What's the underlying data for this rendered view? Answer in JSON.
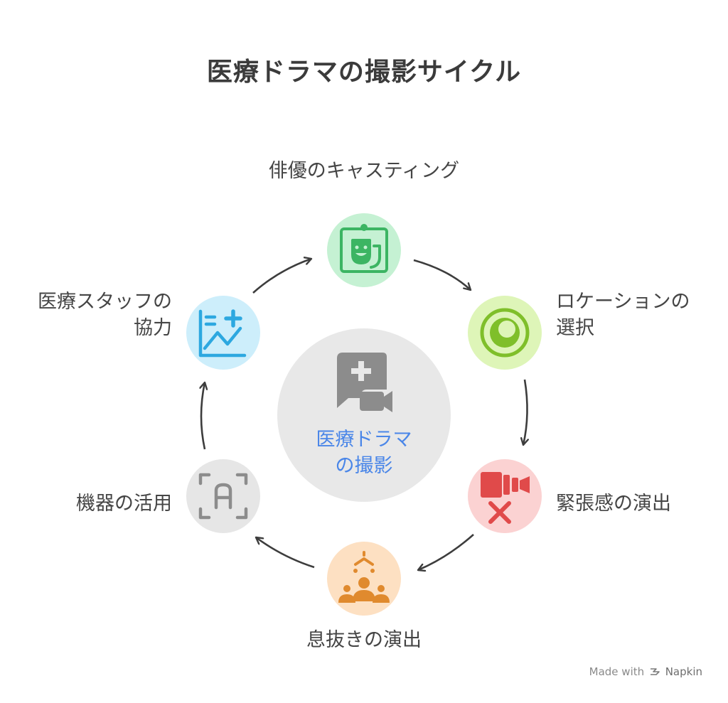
{
  "title": "医療ドラマの撮影サイクル",
  "hub": {
    "line1": "医療ドラマ",
    "line2": "の撮影",
    "icon": "medical-video-chat-icon",
    "background": "#e8e8e8",
    "icon_color": "#8c8c8c",
    "text_color": "#4a86e8"
  },
  "steps": [
    {
      "id": "casting",
      "lines": [
        "俳優のキャスティング"
      ],
      "icon": "theater-masks-icon",
      "fill": "#c5f1d3",
      "color": "#3cb563"
    },
    {
      "id": "location",
      "lines": [
        "ロケーションの",
        "選択"
      ],
      "icon": "eye-target-icon",
      "fill": "#def5b8",
      "color": "#7fbf2a"
    },
    {
      "id": "tension",
      "lines": [
        "緊張感の演出"
      ],
      "icon": "camera-off-icon",
      "fill": "#fbd2d2",
      "color": "#e04a4a"
    },
    {
      "id": "relief",
      "lines": [
        "息抜きの演出"
      ],
      "icon": "people-gathering-icon",
      "fill": "#fde0c2",
      "color": "#e08a2e"
    },
    {
      "id": "equipment",
      "lines": [
        "機器の活用"
      ],
      "icon": "text-scan-icon",
      "fill": "#e6e6e6",
      "color": "#8c8c8c"
    },
    {
      "id": "staff",
      "lines": [
        "医療スタッフの",
        "協力"
      ],
      "icon": "chart-plus-icon",
      "fill": "#cdeefb",
      "color": "#2da8e0"
    }
  ],
  "watermark": {
    "prefix": "Made with",
    "brand": "Napkin",
    "icon": "napkin-logo-icon"
  }
}
